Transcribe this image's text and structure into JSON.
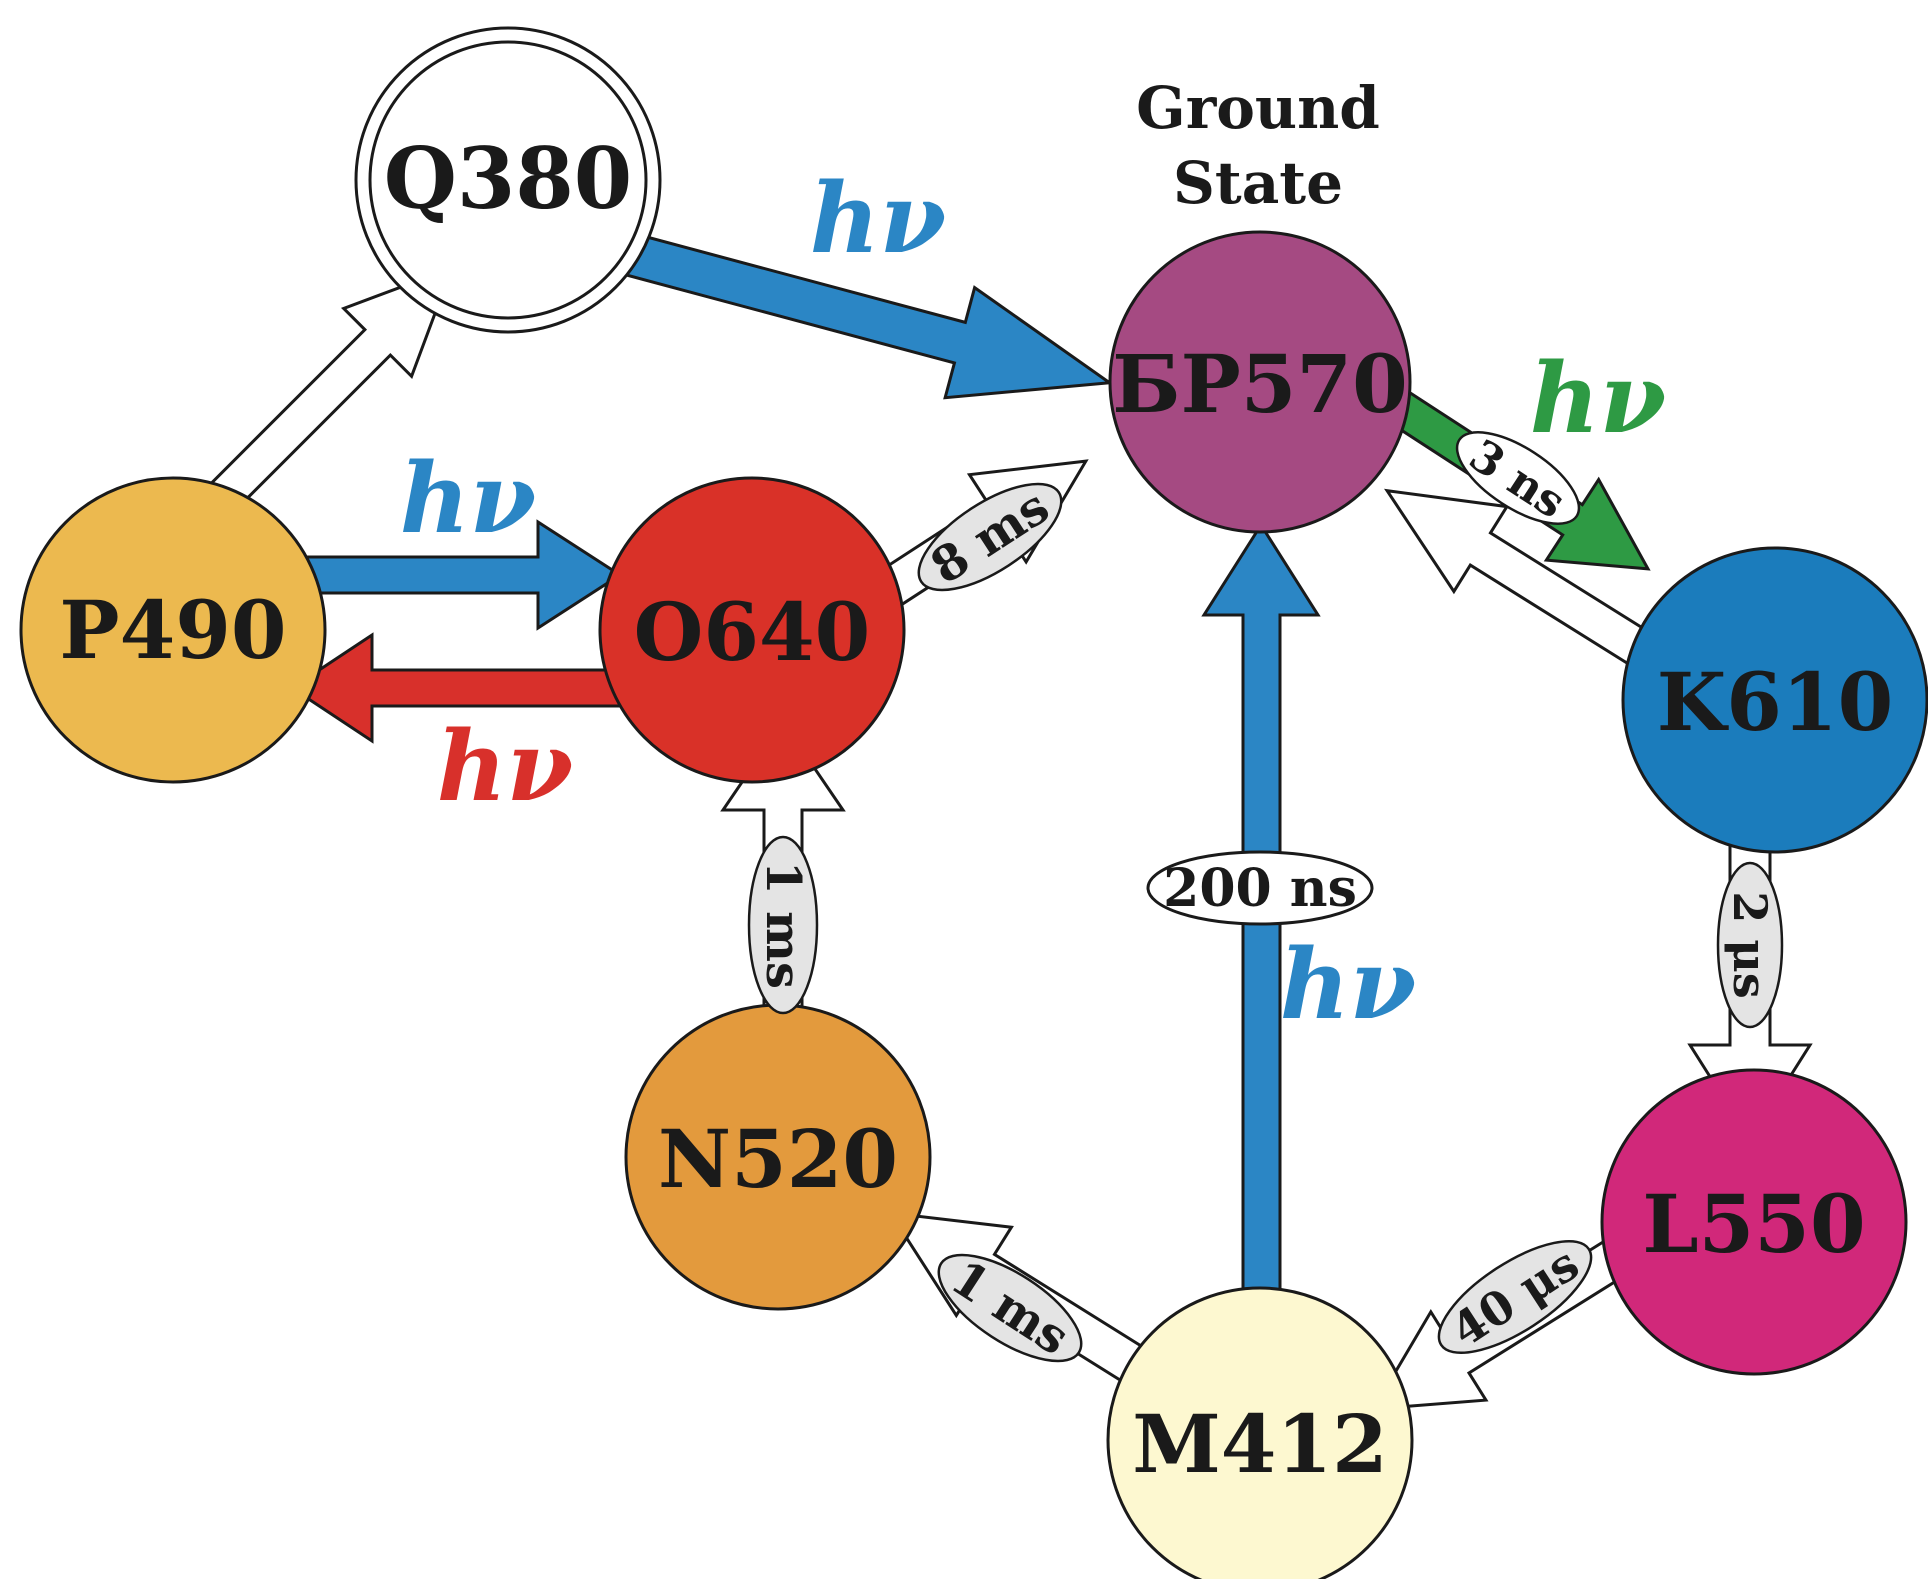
{
  "header": {
    "line1": "Ground",
    "line2": "State"
  },
  "colors": {
    "blue": "#2b86c5",
    "green": "#2e9a44",
    "red": "#d8302b",
    "pill": "#e4e4e4"
  },
  "nodes": {
    "q380": {
      "label": "Q380",
      "fill": "#ffffff"
    },
    "br570": {
      "label": "БР570",
      "fill": "#a54a82"
    },
    "p490": {
      "label": "P490",
      "fill": "#ecb94f"
    },
    "o640": {
      "label": "O640",
      "fill": "#d93128"
    },
    "k610": {
      "label": "K610",
      "fill": "#1b7cbc"
    },
    "l550": {
      "label": "L550",
      "fill": "#d1287a"
    },
    "m412": {
      "label": "M412",
      "fill": "#fdf8d0"
    },
    "n520": {
      "label": "N520",
      "fill": "#e39a3d"
    }
  },
  "photo_labels": {
    "q380_br570": "hν",
    "br570_k610": "hν",
    "p490_o640": "hν",
    "o640_p490": "hν",
    "m412_br570": "hν"
  },
  "time_labels": {
    "br570_k610": "3 ns",
    "o640_br570": "8 ms",
    "n520_o640": "1 ms",
    "m412_br570": "200 ns",
    "k610_l550": "2 μs",
    "l550_m412": "40 μs",
    "m412_n520": "1 ms"
  }
}
